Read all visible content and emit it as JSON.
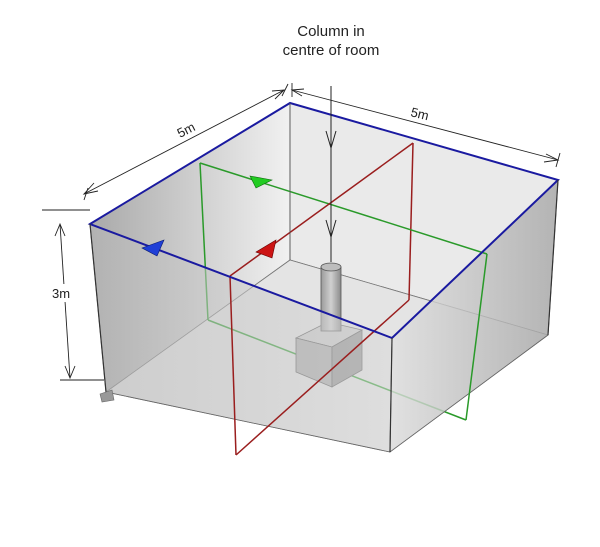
{
  "annotation": {
    "line1": "Column in",
    "line2": "centre of room"
  },
  "dimensions": {
    "depth": "5m",
    "width": "5m",
    "height": "3m"
  },
  "colors": {
    "roof_edge": "#1a1aa0",
    "red_plane": "#9a1e1e",
    "green_plane": "#2a9a2a",
    "wall": "#cfcfcf",
    "floor": "#e6e6e6",
    "arrow_blue": "#1f3fd6",
    "arrow_red": "#cc1414",
    "arrow_green": "#22cc22"
  }
}
